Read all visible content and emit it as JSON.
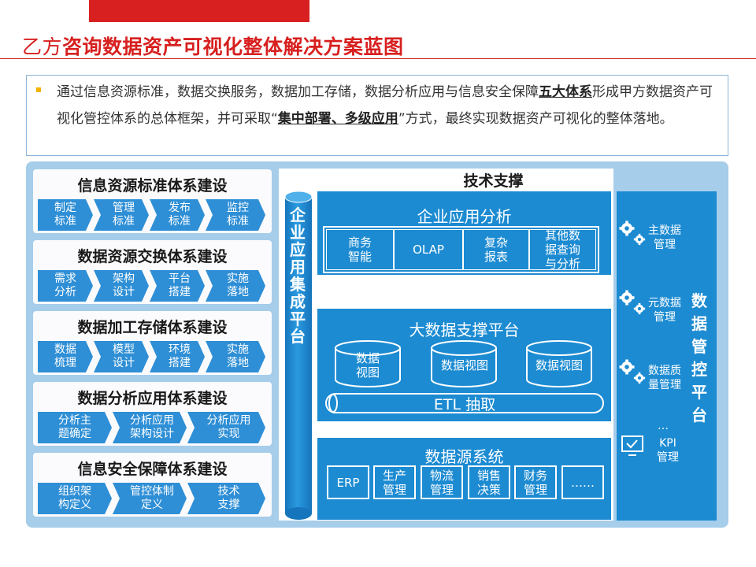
{
  "title": {
    "prefix": "乙方",
    "main": "咨询数据资产可视化整体解决方案蓝图"
  },
  "intro": {
    "t1": "通过信息资源标准，数据交换服务，数据加工存储，数据分析应用与信息安全保障",
    "b1": "五大体系",
    "t2": "形成甲方数据资产可视化管控体系的总体框架，并可采取“",
    "b2": "集中部署、多级应用",
    "t3": "”方式，最终实现数据资产可视化的整体落地。"
  },
  "left_groups": [
    {
      "title": "信息资源标准体系建设",
      "steps": [
        "制定\n标准",
        "管理\n标准",
        "发布\n标准",
        "监控\n标准"
      ]
    },
    {
      "title": "数据资源交换体系建设",
      "steps": [
        "需求\n分析",
        "架构\n设计",
        "平台\n搭建",
        "实施\n落地"
      ]
    },
    {
      "title": "数据加工存储体系建设",
      "steps": [
        "数据\n梳理",
        "模型\n设计",
        "环境\n搭建",
        "实施\n落地"
      ]
    },
    {
      "title": "数据分析应用体系建设",
      "steps": [
        "分析主\n题确定",
        "分析应用\n架构设计",
        "分析应用\n实现"
      ]
    },
    {
      "title": "信息安全保障体系建设",
      "steps": [
        "组织架\n构定义",
        "管控体制\n定义",
        "技术\n支撑"
      ]
    }
  ],
  "center": {
    "title": "技术支撑",
    "integration": "企业应用集成平台",
    "apps": {
      "title": "企业应用分析",
      "items": [
        "商务\n智能",
        "OLAP",
        "复杂\n报表",
        "其他数\n据查询\n与分析"
      ]
    },
    "bigdata": {
      "title": "大数据支撑平台",
      "views": [
        "数据\n视图",
        "数据视图",
        "数据视图"
      ],
      "etl": "ETL 抽取"
    },
    "sources": {
      "title": "数据源系统",
      "items": [
        "ERP",
        "生产\n管理",
        "物流\n管理",
        "销售\n决策",
        "财务\n管理",
        "……"
      ]
    }
  },
  "right": {
    "title": "数据管控平台",
    "items": [
      "主数据\n管理",
      "元数据\n管理",
      "数据质\n量管理",
      "…",
      "KPI\n管理"
    ]
  },
  "colors": {
    "brand_red": "#d7201f",
    "blue": "#1c8bd2",
    "chevron": "#2f8fd6",
    "panel": "#a6cdea"
  }
}
